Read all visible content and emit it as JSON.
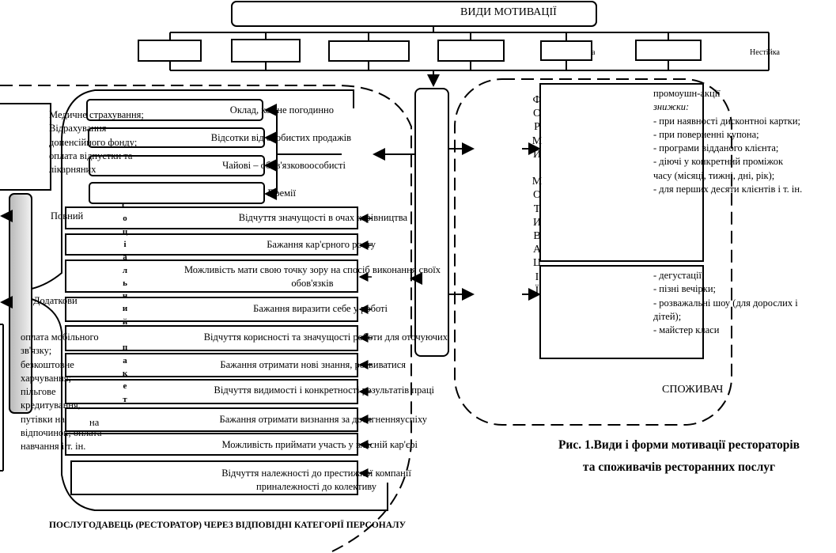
{
  "title": "ВИДИ МОТИВАЦІЇ",
  "top_labels": {
    "partial": "а",
    "unstable": "Нестійка"
  },
  "left": {
    "medical": "Медичне страхування; Відрахування допенсійного фонду; оплата відпустки та лікарняних",
    "full": "Повний",
    "additional": "Додаткови",
    "extras": "оплата мобільного зв'язку; безкоштовне харчування; пільгове кредитування, путівки на відпочинок; оплата навчання і т. ін.",
    "extra_fragment": "на"
  },
  "social_package_letters": [
    "С",
    "о",
    "ц",
    "і",
    "а",
    "л",
    "ь",
    "н",
    "и",
    "й",
    "",
    "п",
    "а",
    "к",
    "е",
    "т"
  ],
  "money_items": [
    "Оклад, кожне погодинно",
    "Відсотки від особистих продажів",
    "Чайові – обов'язковоособисті",
    "Премії"
  ],
  "moral_items": [
    "Відчуття значущості в очах керівництва",
    "Бажання кар'єрного росту",
    "Можливість мати свою точку зору на спосіб виконання своїх обов'язків",
    "Бажання виразити себе у роботі",
    "Відчуття корисності та значущості роботи для оточуючих",
    "Бажання отримати нові знання, розвиватися",
    "Відчуття видимості і конкретності результатів праці",
    "Бажання отримати визнання за досягненняуспіху",
    "Можливість приймати участь у власній кар'єрі",
    "Відчуття належності до престижної компанії принaлежності до колективу"
  ],
  "provider_label": "ПОСЛУГОДАВЕЦЬ (РЕСТОРАТОР) ЧЕРЕЗ ВІДПОВІДНІ КАТЕГОРІЇ ПЕРСОНАЛУ",
  "forms_letters": [
    "Ф",
    "О",
    "Р",
    "М",
    "И",
    "",
    "М",
    "О",
    "Т",
    "И",
    "В",
    "А",
    "Ц",
    "І",
    "Ї"
  ],
  "consumer": {
    "promo_title": "промоушн-акції",
    "discounts_title": "знижки:",
    "discounts": [
      "- при наявності дисконтноі картки;",
      "- при поверненні купона;",
      "- програми відданого клієнта;",
      "- діючі у конкретний проміжок часу (місяці, тижні, дні, рік);",
      "- для перших десяти клієнтів і т. ін."
    ],
    "events": [
      "- дегустації;",
      "- пізні вечірки;",
      "- розважальні шоу (для дорослих і дітей);",
      "-  майстер класи"
    ],
    "label": "СПОЖИВАЧ"
  },
  "caption": {
    "line1": "Рис. 1.Види і форми мотивації рестораторів",
    "line2": "та споживачів ресторанних послуг"
  }
}
